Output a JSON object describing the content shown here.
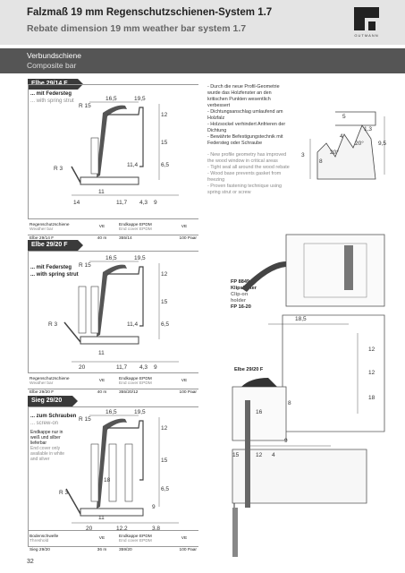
{
  "header": {
    "title": "Falzmaß 19 mm Regenschutzschienen-System 1.7",
    "subtitle": "Rebate dimension 19 mm weather bar system 1.7",
    "logo_text": "GUTMANN"
  },
  "section": {
    "title_de": "Verbundschiene",
    "title_en": "Composite bar"
  },
  "products": [
    {
      "tag": "Elbe 29/14 F",
      "feature_de": "... mit Federsteg",
      "feature_en": "... with spring strut",
      "dims": {
        "a": "16,5",
        "b": "19,5",
        "c": "12",
        "d": "15",
        "e": "6,5",
        "f": "11",
        "g": "14",
        "h": "11,7",
        "i": "4,3",
        "j": "9",
        "k": "11,4",
        "r1": "R 15",
        "r2": "R 3"
      },
      "table": {
        "col1_de": "Regenschutzschiene",
        "col1_en": "Weather bar",
        "col2": "VE",
        "col3_de": "Endkappe EPDM",
        "col3_en": "End cover EPDM",
        "col4": "VE",
        "row": [
          "Elbe 29/14 F",
          "40 m",
          "355/14",
          "100 Paar"
        ]
      }
    },
    {
      "tag": "Elbe 29/20 F",
      "feature_de": "... mit Federsteg",
      "feature_en": "... with spring strut",
      "dims": {
        "a": "16,5",
        "b": "19,5",
        "c": "12",
        "d": "15",
        "e": "6,5",
        "f": "11",
        "g": "20",
        "h": "11,7",
        "i": "4,3",
        "j": "9",
        "k": "11,4",
        "r1": "R 15",
        "r2": "R 3"
      },
      "table": {
        "col1_de": "Regenschutzschiene",
        "col1_en": "Weather bar",
        "col2": "VE",
        "col3_de": "Endkappe EPDM",
        "col3_en": "End cover EPDM",
        "col4": "VE",
        "row": [
          "Elbe 29/20 F",
          "40 m",
          "355/20/12",
          "100 Paar"
        ]
      }
    },
    {
      "tag": "Sieg 29/20",
      "feature_de": "... zum Schrauben",
      "feature_en": "... screw-on",
      "note_de": "Endkappe nur in weiß und silber lieferbar",
      "note_en": "End cover only available in white and silver",
      "dims": {
        "a": "16,5",
        "b": "19,5",
        "c": "12",
        "d": "15",
        "e": "6,5",
        "f": "11",
        "g": "20",
        "h": "12,2",
        "i": "3,8",
        "j": "9",
        "k": "18",
        "r1": "R 15",
        "r2": "R 3"
      },
      "table": {
        "col1_de": "Bodenschwelle",
        "col1_en": "Threshold",
        "col2": "VE",
        "col3_de": "Endkappe EPDM",
        "col3_en": "End cover EPDM",
        "col4": "VE",
        "row": [
          "Sieg 29/20",
          "36 m",
          "359/20",
          "100 Paar"
        ]
      }
    }
  ],
  "bullets_de": [
    "- Durch die neue Profil-Geometrie wurde das Holzfenster an den kritischen Punkten wesentlich verbessert",
    "- Dichtungsanschlag umlaufend am Holzfalz",
    "- Holzsockel verhindert Anfrieren der Dichtung",
    "- Bewährte Befestigungstechnik mit Federsteg oder Schraube"
  ],
  "bullets_en": [
    "- New profile geometry has improved the wood window in critical areas",
    "- Tight seal all around the wood rebate",
    "- Wood base prevents gasket from freezing",
    "- Proven fastening technique using spring strut or screw"
  ],
  "detail_dims": {
    "a": "5",
    "b": "4",
    "c": "1,3",
    "d": "3",
    "e": "8",
    "f": "20°",
    "g": "20°",
    "h": "9,5"
  },
  "clip_label": {
    "l1": "FP 8849",
    "l2": "Klipshalter",
    "l3": "Clip-on",
    "l4": "holder",
    "l5": "FP 16-20"
  },
  "assembly": {
    "label": "Elbe 29/20 F",
    "d1": "18,5",
    "d2": "12",
    "d3": "12",
    "d4": "18",
    "d5": "16",
    "d6": "8",
    "d7": "9",
    "d8": "15",
    "d9": "12",
    "d10": "4"
  },
  "page_number": "32"
}
